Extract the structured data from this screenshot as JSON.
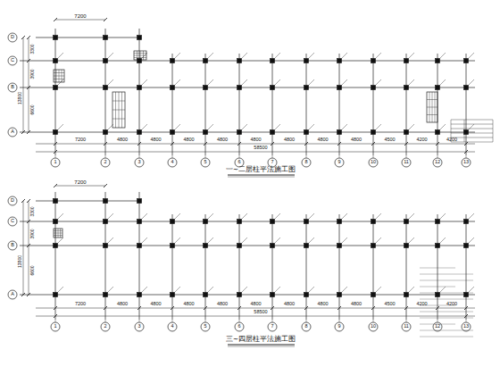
{
  "diagram": {
    "labels": [
      "一~二层柱平法施工图",
      "三~四层柱平法施工图",
      "7200",
      "7200",
      "4800",
      "4800",
      "4800",
      "4800",
      "4800",
      "4800",
      "4800",
      "4800",
      "4500",
      "4200",
      "4200",
      "58500",
      "3300",
      "3900",
      "6600",
      "13800",
      "1",
      "2",
      "3",
      "4",
      "5",
      "6",
      "7",
      "8",
      "9",
      "10",
      "11",
      "12",
      "13",
      "D",
      "C",
      "B",
      "A",
      "7200",
      "7200",
      "4800",
      "4800",
      "4800",
      "4800",
      "4800",
      "4800",
      "4800",
      "4800",
      "4500",
      "4200",
      "4200",
      "58500",
      "3300",
      "3900",
      "6600",
      "13800",
      "1",
      "2",
      "3",
      "4",
      "5",
      "6",
      "7",
      "8",
      "9",
      "10",
      "11",
      "12",
      "13",
      "D",
      "C",
      "B",
      "A"
    ]
  }
}
